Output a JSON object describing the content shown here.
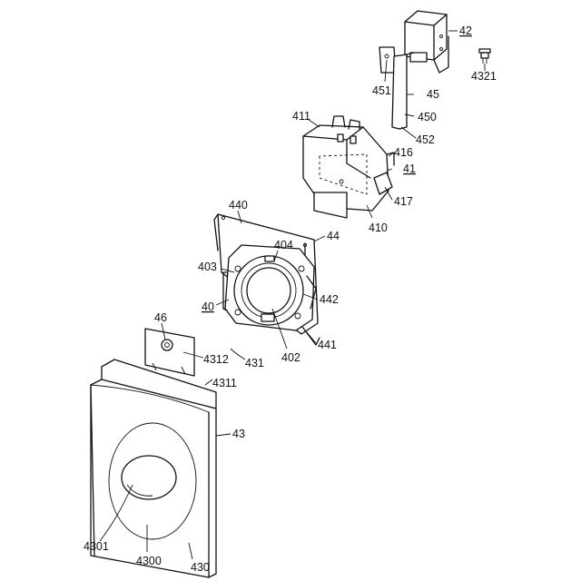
{
  "labels": {
    "l42": "42",
    "l4321": "4321",
    "l451": "451",
    "l45": "45",
    "l450": "450",
    "l452": "452",
    "l411": "411",
    "l416": "416",
    "l41": "41",
    "l417": "417",
    "l410": "410",
    "l440": "440",
    "l44": "44",
    "l404": "404",
    "l403": "403",
    "l442": "442",
    "l40": "40",
    "l402": "402",
    "l441": "441",
    "l46": "46",
    "l4312": "4312",
    "l431": "431",
    "l4311": "4311",
    "l43": "43",
    "l4301": "4301",
    "l4300": "4300",
    "l430": "430"
  }
}
